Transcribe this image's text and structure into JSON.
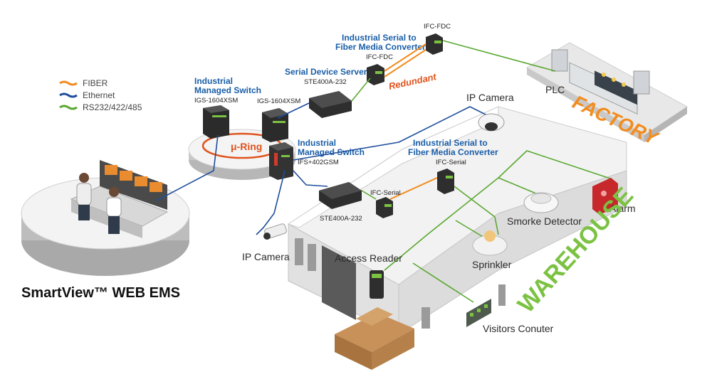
{
  "legend": [
    {
      "label": "FIBER",
      "color": "#f28c1e"
    },
    {
      "label": "Ethernet",
      "color": "#1f4e9c"
    },
    {
      "label": "RS232/422/485",
      "color": "#5aa832"
    }
  ],
  "ems": {
    "title": "SmartView™ WEB EMS"
  },
  "switch_group": {
    "title_line1": "Industrial",
    "title_line2": "Managed Switch",
    "model_a": "IGS-1604XSM",
    "model_b": "IGS-1604XSM",
    "ring_label": "μ-Ring"
  },
  "switch_ifs": {
    "title_line1": "Industrial",
    "title_line2": "Managed Switch",
    "model": "IFS+402GSM"
  },
  "serial_server_top": {
    "title": "Serial Device Server",
    "model": "STE400A-232"
  },
  "converter_top": {
    "title_line1": "Industrial Serial to",
    "title_line2": "Fiber Media Converter",
    "model_left": "IFC-FDC",
    "model_right": "IFC-FDC",
    "redundant_label": "Redundant"
  },
  "plc": {
    "label": "PLC"
  },
  "factory": {
    "label": "FACTORY"
  },
  "ip_camera_top": {
    "label": "IP Camera"
  },
  "converter_mid": {
    "title_line1": "Industrial Serial to",
    "title_line2": "Fiber Media Converter",
    "model": "IFC-Serial"
  },
  "serial_server_bottom": {
    "model": "STE400A-232",
    "converter_model": "IFC-Serial"
  },
  "ip_camera_left": {
    "label": "IP Camera"
  },
  "access_reader": {
    "label": "Access Reader"
  },
  "sprinkler": {
    "label": "Sprinkler"
  },
  "smoke_detector": {
    "label": "Smorke Detector"
  },
  "alarm": {
    "label": "Alarm"
  },
  "visitors_counter": {
    "label": "Visitors Conuter"
  },
  "warehouse": {
    "label": "WAREHOUSE"
  }
}
